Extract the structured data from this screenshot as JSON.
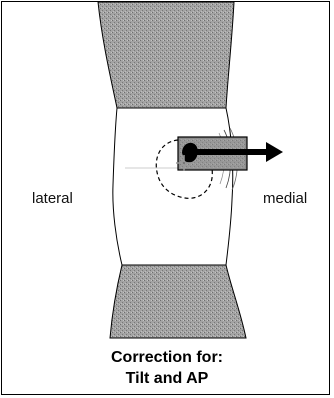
{
  "labels": {
    "lateral": "lateral",
    "medial": "medial"
  },
  "caption": {
    "line1": "Correction for:",
    "line2": "Tilt and AP"
  },
  "colors": {
    "limb_fill": "#9a9a9a",
    "knee_fill": "#ffffff",
    "outline": "#000000",
    "arrow_box": "#8c8c8c"
  }
}
